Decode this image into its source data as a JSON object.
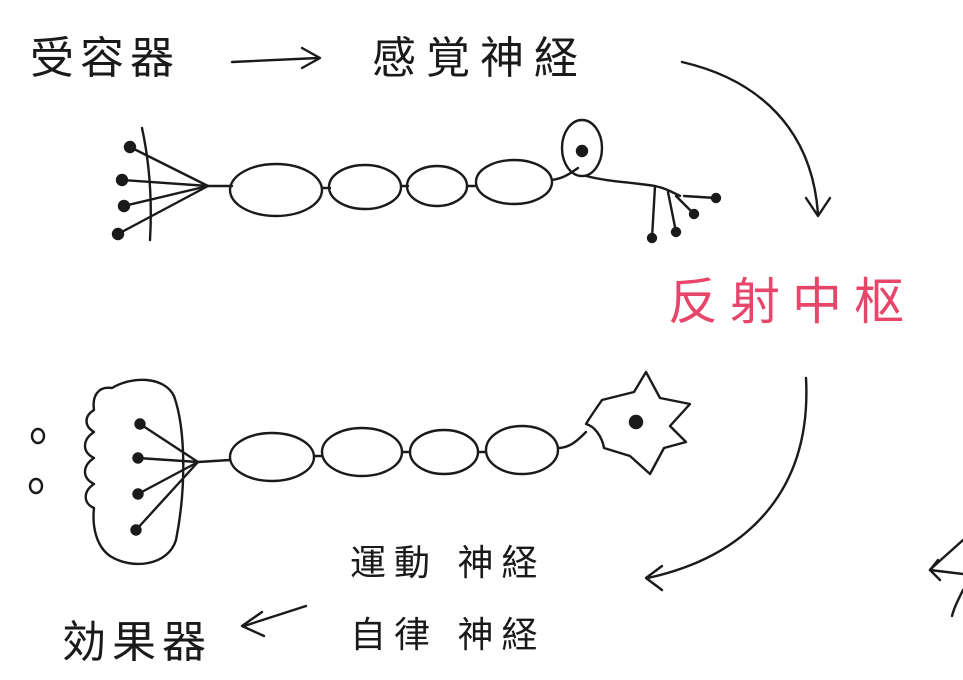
{
  "labels": {
    "receptor": "受容器",
    "sensory_nerve": "感覚神経",
    "reflex_center": "反射中枢",
    "motor_nerve": "運動 神経",
    "autonomic_nerve": "自律 神経",
    "effector": "効果器"
  },
  "colors": {
    "ink": "#1a1a1a",
    "reflex_center": "#e8456b"
  }
}
